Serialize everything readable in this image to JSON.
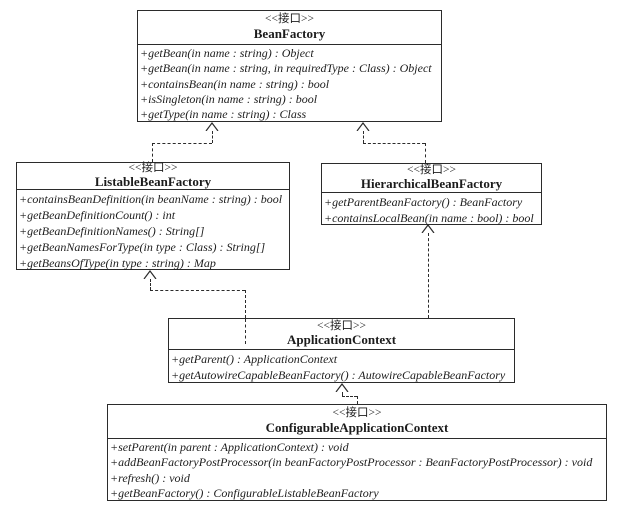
{
  "uml": {
    "stereotype": "<<接口>>",
    "classes": [
      {
        "name": "BeanFactory",
        "methods": [
          "+getBean(in name : string) : Object",
          "+getBean(in name : string, in requiredType : Class) : Object",
          "+containsBean(in name : string) : bool",
          "+isSingleton(in name : string) : bool",
          "+getType(in name : string) : Class"
        ]
      },
      {
        "name": "ListableBeanFactory",
        "methods": [
          "+containsBeanDefinition(in beanName : string) : bool",
          "+getBeanDefinitionCount() : int",
          "+getBeanDefinitionNames() : String[]",
          "+getBeanNamesForType(in type : Class) : String[]",
          "+getBeansOfType(in type : string) : Map"
        ]
      },
      {
        "name": "HierarchicalBeanFactory",
        "methods": [
          "+getParentBeanFactory() : BeanFactory",
          "+containsLocalBean(in name : bool) : bool"
        ]
      },
      {
        "name": "ApplicationContext",
        "methods": [
          "+getParent() : ApplicationContext",
          "+getAutowireCapableBeanFactory() : AutowireCapableBeanFactory"
        ]
      },
      {
        "name": "ConfigurableApplicationContext",
        "methods": [
          "+setParent(in parent : ApplicationContext) : void",
          "+addBeanFactoryPostProcessor(in beanFactoryPostProcessor : BeanFactoryPostProcessor) : void",
          "+refresh() : void",
          "+getBeanFactory() : ConfigurableListableBeanFactory"
        ]
      }
    ],
    "relationships": [
      {
        "from": "ListableBeanFactory",
        "to": "BeanFactory",
        "type": "dashed-generalization"
      },
      {
        "from": "HierarchicalBeanFactory",
        "to": "BeanFactory",
        "type": "dashed-generalization"
      },
      {
        "from": "ApplicationContext",
        "to": "ListableBeanFactory",
        "type": "dashed-generalization"
      },
      {
        "from": "ApplicationContext",
        "to": "HierarchicalBeanFactory",
        "type": "dashed-generalization"
      },
      {
        "from": "ConfigurableApplicationContext",
        "to": "ApplicationContext",
        "type": "dashed-generalization"
      }
    ],
    "colors": {
      "line": "#2b2b2b",
      "background": "#ffffff",
      "text": "#1c1c1c"
    }
  }
}
